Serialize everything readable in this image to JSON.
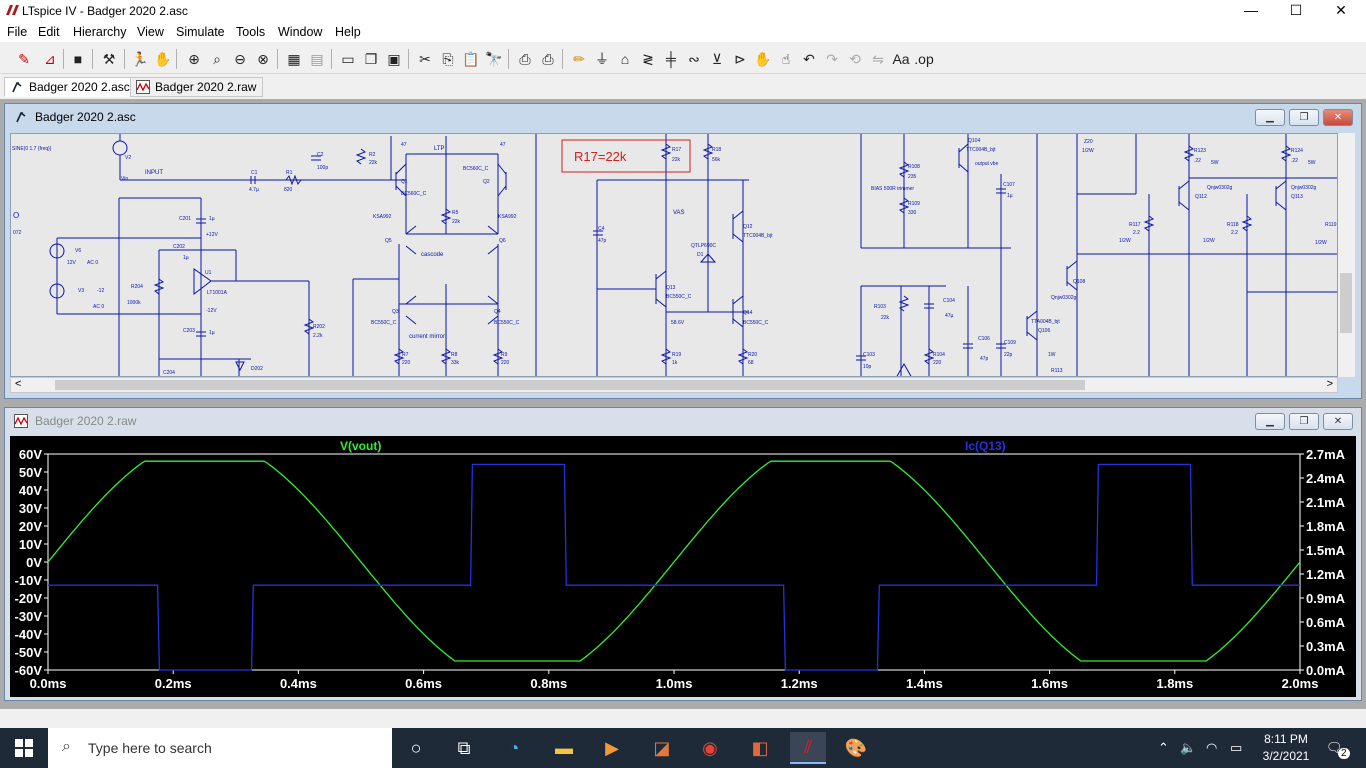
{
  "window": {
    "title": "LTspice IV - Badger 2020 2.asc",
    "min_label": "—",
    "max_label": "☐",
    "close_label": "✕"
  },
  "menu": [
    "File",
    "Edit",
    "Hierarchy",
    "View",
    "Simulate",
    "Tools",
    "Window",
    "Help"
  ],
  "doc_tabs": [
    {
      "label": "Badger 2020 2.asc",
      "icon": "schematic-icon",
      "active": true
    },
    {
      "label": "Badger 2020 2.raw",
      "icon": "waveform-icon",
      "active": false
    }
  ],
  "schematic_window": {
    "title": "Badger 2020 2.asc",
    "annotation_box": "R17=22k",
    "labels": {
      "sine": "SINE(0 1.7 {freq})",
      "input": "INPUT",
      "vin": "Vin",
      "v2": "V2",
      "o": "O",
      "o72": "072",
      "v6": "V6",
      "v6_val": "12V",
      "v6_ac": "AC 0",
      "v3": "V3",
      "v3_val": "-12",
      "v3_ac": "AC 0",
      "c1": "C1",
      "c1_val": "4.7µ",
      "r1": "R1",
      "r1_val": "820",
      "c2": "C2",
      "c2_val": "100p",
      "r2": "R2",
      "r2_val": "22k",
      "r47a": "47",
      "r47b": "47",
      "ltp": "LTP",
      "q1": "Q1",
      "q1_model": "BC560C_C",
      "q2": "Q2",
      "q2_model": "BC560C_C",
      "r5": "R5",
      "r5_val": "22k",
      "ksa992a": "KSA992",
      "ksa992b": "KSA992",
      "q5": "Q5",
      "q6": "Q6",
      "cascode": "cascode",
      "c201": "C201",
      "c201_val": "1µ",
      "p12v": "+12V",
      "c202": "C202",
      "c202_val": "1µ",
      "u1": "U1",
      "u1_model": "LT1001A",
      "r204": "R204",
      "r204_val": "1000k",
      "m12v": "-12V",
      "c203": "C203",
      "c203_val": "1µ",
      "c204": "C204",
      "d202": "D202",
      "r202": "R202",
      "r202_val": "2.2k",
      "q3": "Q3",
      "q3_model": "BC550C_C",
      "q4": "Q4",
      "q4_model": "BC550C_C",
      "current_mirror": "current mirror",
      "r7": "R7",
      "r7_val": "220",
      "r8": "R8",
      "r8_val": "33k",
      "r9": "R9",
      "r9_val": "220",
      "r17": "R17",
      "r17_val": "22k",
      "r18": "R18",
      "r18_val": "56k",
      "c4": "C4",
      "c4_val": "47p",
      "vas": "VAS",
      "q12": "Q12",
      "q12_model": "TTC004B_bjt",
      "qtlp": "QTLP690C",
      "d1": "D1",
      "q13": "Q13",
      "q13_model": "BC550C_C",
      "q14": "Q14",
      "q14_model": "BC550C_C",
      "v586": "58.6V",
      "r19": "R19",
      "r19_val": "1k",
      "r20": "R20",
      "r20_val": "68",
      "r108": "R108",
      "r108_val": "235",
      "bias": "BIAS 500R trimmer",
      "r109": "R109",
      "r109_val": "330",
      "q104": "Q104",
      "q104_model": "TTC004B_bjt",
      "output_vbe": "output vbe",
      "c107": "C107",
      "c107_val": "1µ",
      "r103": "R103",
      "r103_val": "22k",
      "c104": "C104",
      "c104_val": "47µ",
      "c103": "C103",
      "c103_val": "10p",
      "r104": "R104",
      "r104_val": "220",
      "c106": "C106",
      "c106_val": "47p",
      "c109": "C109",
      "c109_val": "22p",
      "q106": "Q106",
      "q106_model": "TTA004B_bjt",
      "w1": "1W",
      "r113": "R113",
      "q108": "Q108",
      "q108_model": "Qnjw0302g",
      "z20": "Z20",
      "z20_p": "1/2W",
      "r117": "R117",
      "r117_val": "2.2",
      "r117_p": "1/2W",
      "r123": "R123",
      "r123_val": ".22",
      "r123_p": "5W",
      "q112": "Q112",
      "q112_model": "Qnjw0302g",
      "r118": "R118",
      "r118_val": "2.2",
      "r118_p": "1/2W",
      "r124": "R124",
      "r124_val": ".22",
      "r124_p": "5W",
      "q113": "Q113",
      "q113_model": "Qnjw0302g",
      "r119": "R119",
      "r119_p": "1/2W"
    }
  },
  "waveform_window": {
    "title": "Badger 2020 2.raw"
  },
  "chart_data": {
    "type": "line",
    "series": [
      {
        "name": "V(vout)",
        "color": "#33ee33",
        "axis": "left",
        "x": [
          0.0,
          0.1,
          0.17,
          0.33,
          0.4,
          0.5,
          0.6,
          0.67,
          0.83,
          0.9,
          1.0,
          1.1,
          1.17,
          1.33,
          1.4,
          1.5,
          1.6,
          1.67,
          1.83,
          1.9,
          2.0
        ],
        "y": [
          0,
          35,
          56,
          56,
          47,
          12,
          -24,
          -55,
          -55,
          -47,
          -12,
          24,
          56,
          56,
          47,
          12,
          -24,
          -55,
          -55,
          -47,
          -12
        ]
      },
      {
        "name": "Ic(Q13)",
        "color": "#2233dd",
        "axis": "right",
        "x": [
          0.0,
          0.175,
          0.178,
          0.325,
          0.328,
          0.675,
          0.678,
          0.825,
          0.828,
          1.175,
          1.178,
          1.325,
          1.328,
          1.675,
          1.678,
          1.825,
          1.828,
          2.0
        ],
        "y": [
          1.06,
          1.06,
          0.0,
          0.0,
          1.06,
          1.06,
          2.57,
          2.57,
          1.06,
          1.06,
          0.0,
          0.0,
          1.06,
          1.06,
          2.57,
          2.57,
          1.06,
          1.06
        ]
      }
    ],
    "x_ticks": [
      "0.0ms",
      "0.2ms",
      "0.4ms",
      "0.6ms",
      "0.8ms",
      "1.0ms",
      "1.2ms",
      "1.4ms",
      "1.6ms",
      "1.8ms",
      "2.0ms"
    ],
    "y_left_ticks": [
      "60V",
      "50V",
      "40V",
      "30V",
      "20V",
      "10V",
      "0V",
      "-10V",
      "-20V",
      "-30V",
      "-40V",
      "-50V",
      "-60V"
    ],
    "y_right_ticks": [
      "2.7mA",
      "2.4mA",
      "2.1mA",
      "1.8mA",
      "1.5mA",
      "1.2mA",
      "0.9mA",
      "0.6mA",
      "0.3mA",
      "0.0mA"
    ],
    "xlim": [
      0,
      2.0
    ],
    "ylim_left": [
      -60,
      60
    ],
    "ylim_right": [
      0,
      2.7
    ],
    "grid": false
  },
  "taskbar": {
    "search_placeholder": "Type here to search",
    "time": "8:11 PM",
    "date": "3/2/2021",
    "notification_count": "2"
  }
}
